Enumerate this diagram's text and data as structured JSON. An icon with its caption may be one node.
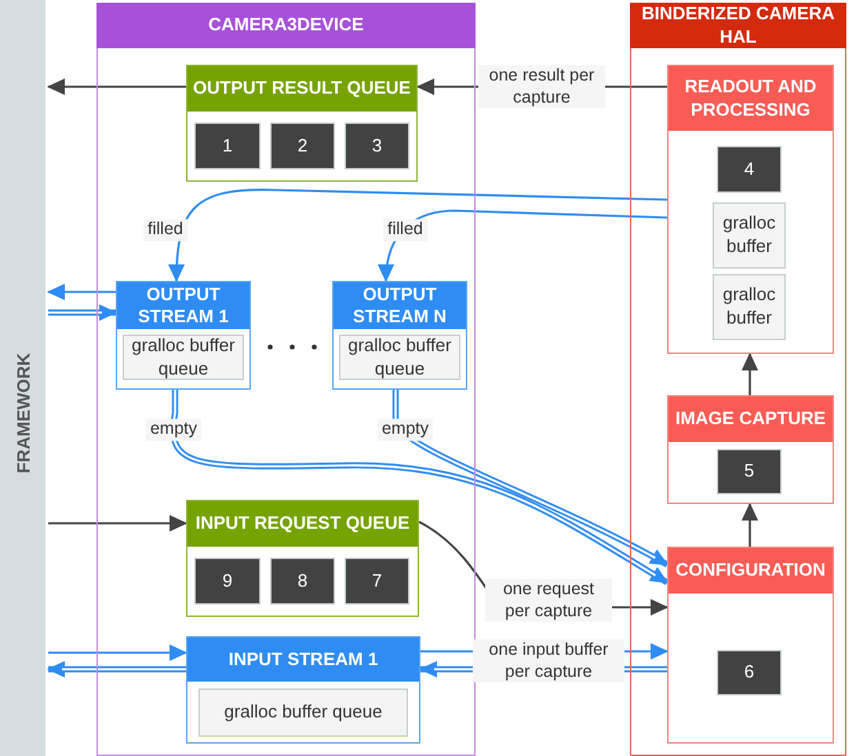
{
  "diagram": {
    "nodes": [
      {
        "text": [
          "FRAMEWORK"
        ]
      },
      {
        "text": [
          "CAMERA3DEVICE"
        ]
      },
      {
        "text": [
          "OUTPUT RESULT QUEUE"
        ],
        "in": 1
      },
      {
        "text": [
          "1"
        ],
        "in": 2
      },
      {
        "text": [
          "2"
        ],
        "in": 2
      },
      {
        "text": [
          "3"
        ],
        "in": 2
      },
      {
        "text": [
          "OUTPUT STREAM 1"
        ],
        "in": 1
      },
      {
        "text": [
          "gralloc buffer queue"
        ],
        "in": 6
      },
      {
        "text": [
          "OUTPUT STREAM N"
        ],
        "in": 1
      },
      {
        "text": [
          "gralloc buffer queue"
        ],
        "in": 8
      },
      {
        "text": [
          "INPUT REQUEST QUEUE"
        ],
        "in": 1
      },
      {
        "text": [
          "9"
        ],
        "in": 10
      },
      {
        "text": [
          "8"
        ],
        "in": 10
      },
      {
        "text": [
          "7"
        ],
        "in": 10
      },
      {
        "text": [
          "INPUT STREAM 1"
        ],
        "in": 1
      },
      {
        "text": [
          "gralloc buffer queue"
        ],
        "in": 14
      },
      {
        "text": [
          "BINDERIZED CAMERA HAL"
        ]
      },
      {
        "text": [
          "READOUT AND PROCESSING"
        ],
        "in": 16
      },
      {
        "text": [
          "4"
        ],
        "in": 17
      },
      {
        "text": [
          "gralloc buffer"
        ],
        "in": 17
      },
      {
        "text": [
          "gralloc buffer"
        ],
        "in": 17
      },
      {
        "text": [
          "IMAGE CAPTURE"
        ],
        "in": 16
      },
      {
        "text": [
          "5"
        ],
        "in": 21
      },
      {
        "text": [
          "CONFIGURATION"
        ],
        "in": 16
      },
      {
        "text": [
          "6"
        ],
        "in": 23
      }
    ],
    "edges": [
      {
        "from": 2,
        "to": 0,
        "arrow": "to",
        "color": "#444444"
      },
      {
        "from": 17,
        "to": 2,
        "arrow": "to",
        "label": "one result per capture",
        "color": "#444444"
      },
      {
        "from": 17,
        "to": 6,
        "arrow": "to",
        "label": "filled"
      },
      {
        "from": 17,
        "to": 8,
        "arrow": "to",
        "label": "filled"
      },
      {
        "from": 6,
        "to": 0,
        "arrow": "to"
      },
      {
        "from": 0,
        "to": 6,
        "arrow": "to",
        "style": "thick"
      },
      {
        "from": 6,
        "to": 23,
        "arrow": "to",
        "label": "empty",
        "style": "thick"
      },
      {
        "from": 8,
        "to": 23,
        "arrow": "to",
        "label": "empty",
        "style": "thick"
      },
      {
        "from": 0,
        "to": 10,
        "arrow": "to",
        "color": "#444444"
      },
      {
        "from": 10,
        "to": 23,
        "arrow": "to",
        "label": "one request per capture",
        "color": "#444444"
      },
      {
        "from": 0,
        "to": 14,
        "arrow": "to"
      },
      {
        "from": 14,
        "to": 0,
        "arrow": "to",
        "style": "thick"
      },
      {
        "from": 14,
        "to": 23,
        "arrow": "to",
        "label": "one input buffer per capture"
      },
      {
        "from": 23,
        "to": 14,
        "arrow": "to",
        "style": "thick"
      },
      {
        "from": 21,
        "to": 17,
        "arrow": "to",
        "color": "#444444"
      },
      {
        "from": 23,
        "to": 21,
        "arrow": "to",
        "color": "#444444"
      }
    ]
  }
}
